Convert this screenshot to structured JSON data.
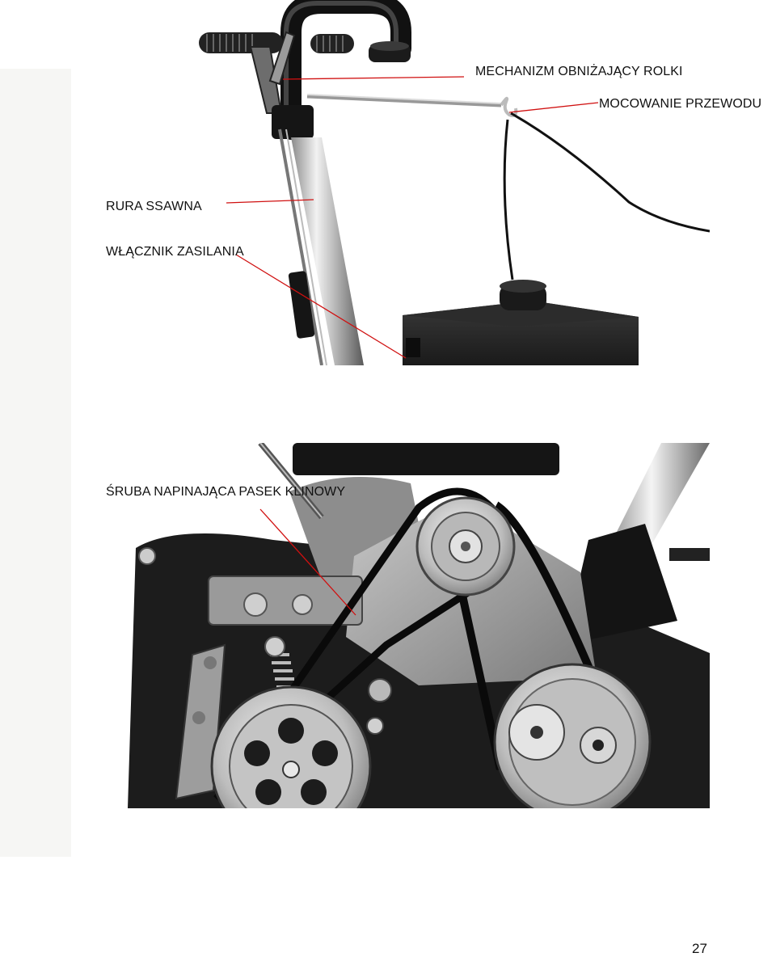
{
  "top_figure": {
    "callouts": [
      {
        "id": "roller-lowering",
        "label": "MECHANIZM OBNIŻAJĄCY ROLKI"
      },
      {
        "id": "cable-mount",
        "label": "MOCOWANIE PRZEWODU"
      },
      {
        "id": "suction-pipe",
        "label": "RURA SSAWNA"
      },
      {
        "id": "power-switch",
        "label": "WŁĄCZNIK ZASILANIA"
      }
    ]
  },
  "bottom_figure": {
    "callouts": [
      {
        "id": "belt-tension-screw",
        "label": "ŚRUBA NAPINAJĄCA PASEK KLINOWY"
      }
    ]
  },
  "footer": {
    "page_number": "27"
  },
  "colors": {
    "leader_line": "#d01010",
    "text": "#111111"
  }
}
